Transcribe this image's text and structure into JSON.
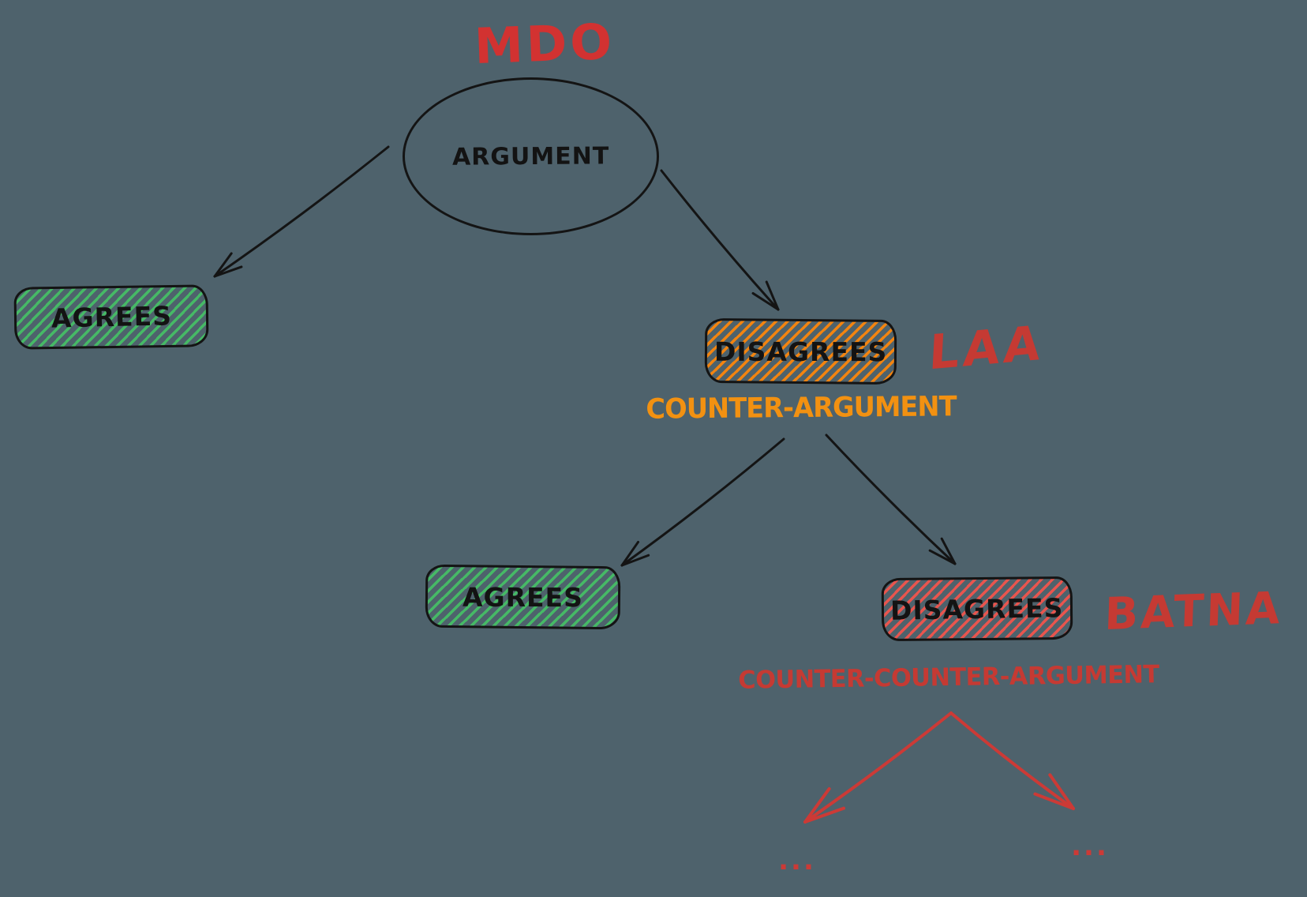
{
  "colors": {
    "canvasBg": "#4e626c",
    "ink": "#141414",
    "green": "#46b966",
    "orange": "#f28410",
    "orangeText": "#f29111",
    "redHatch": "#e8554e",
    "redTitle": "#d23231",
    "redLabel": "#c53a33",
    "redArrow": "#cc3a36"
  },
  "labels": {
    "mdo": "MDO",
    "argument": "ARGUMENT",
    "agrees1": "AGREES",
    "disagrees1": "DISAGREES",
    "laa": "LAA",
    "counterArgument": "COUNTER-ARGUMENT",
    "agrees2": "AGREES",
    "disagrees2": "DISAGREES",
    "batna": "BATNA",
    "counterCounterArgument": "COUNTER-COUNTER-ARGUMENT",
    "ellipsisLeft": "...",
    "ellipsisRight": "..."
  },
  "edges": [
    {
      "id": "argument-to-agrees-1",
      "from": "argument",
      "to": "agrees-1",
      "color": "ink"
    },
    {
      "id": "argument-to-disagrees-1",
      "from": "argument",
      "to": "disagrees-1",
      "color": "ink"
    },
    {
      "id": "disagrees-1-to-agrees-2",
      "from": "counter-argument",
      "to": "agrees-2",
      "color": "ink"
    },
    {
      "id": "disagrees-1-to-disagrees-2",
      "from": "counter-argument",
      "to": "disagrees-2",
      "color": "ink"
    },
    {
      "id": "disagrees-2-to-more-left",
      "from": "counter-counter-argument",
      "to": "ellipsis-left",
      "color": "redArrow"
    },
    {
      "id": "disagrees-2-to-more-right",
      "from": "counter-counter-argument",
      "to": "ellipsis-right",
      "color": "redArrow"
    }
  ]
}
